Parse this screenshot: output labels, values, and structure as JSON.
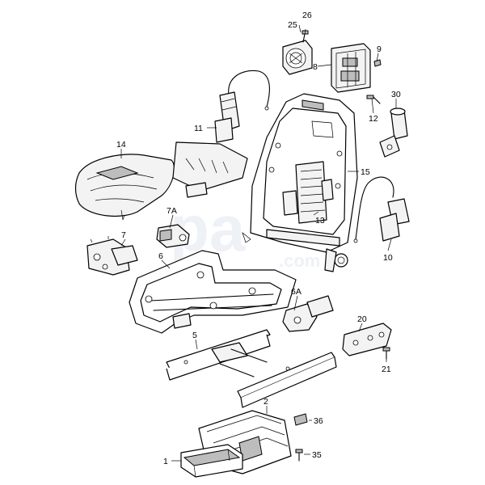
{
  "watermark": {
    "main": "pa",
    "sub": ".com"
  },
  "callouts": {
    "c26": "26",
    "c25": "25",
    "c8": "8",
    "c9": "9",
    "c30": "30",
    "c12": "12",
    "c11": "11",
    "c14": "14",
    "c15": "15",
    "c13": "13",
    "c7A": "7A",
    "c7": "7",
    "c6": "6",
    "c10": "10",
    "c6A": "6A",
    "c20": "20",
    "c5": "5",
    "c21": "21",
    "c2": "2",
    "c36": "36",
    "c35": "35",
    "c1": "1"
  }
}
